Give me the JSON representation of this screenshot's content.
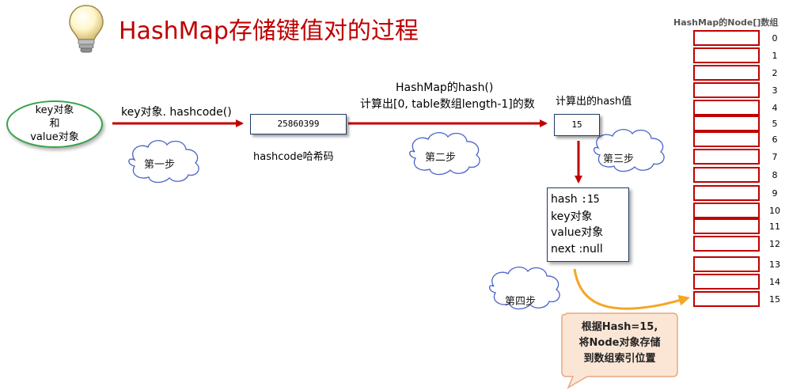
{
  "title": "HashMap存储键值对的过程",
  "source": {
    "line1": "key对象",
    "line2": "和",
    "line3": "value对象"
  },
  "step1_label": "key对象. hashcode()",
  "hashcode_box": "25860399",
  "hashcode_caption": "hashcode哈希码",
  "step2_label_line1": "HashMap的hash()",
  "step2_label_line2": "计算出[0, table数组length-1]的数",
  "hash_result_caption": "计算出的hash值",
  "hash_box": "15",
  "node": {
    "line1_key": "hash",
    "line1_val": ":15",
    "line2": "key对象",
    "line3": "value对象",
    "line4_key": "next",
    "line4_val": ":null"
  },
  "steps": {
    "s1": "第一步",
    "s2": "第二步",
    "s3": "第三步",
    "s4": "第四步"
  },
  "array_title": "HashMap的Node[]数组",
  "array_indexes": [
    "0",
    "1",
    "2",
    "3",
    "4",
    "5",
    "6",
    "7",
    "8",
    "9",
    "10",
    "11",
    "12",
    "13",
    "14",
    "15"
  ],
  "callout": {
    "line1": "根据Hash=15,",
    "line2": "将Node对象存储",
    "line3": "到数组索引位置"
  },
  "colors": {
    "title": "#c00000",
    "arrow": "#c00000",
    "cell_border": "#c00000",
    "oval_border": "#3aa34a",
    "curve": "#f5a623",
    "cloud_border": "#4a63c8"
  },
  "icons": {
    "title_icon": "lightbulb-icon"
  }
}
